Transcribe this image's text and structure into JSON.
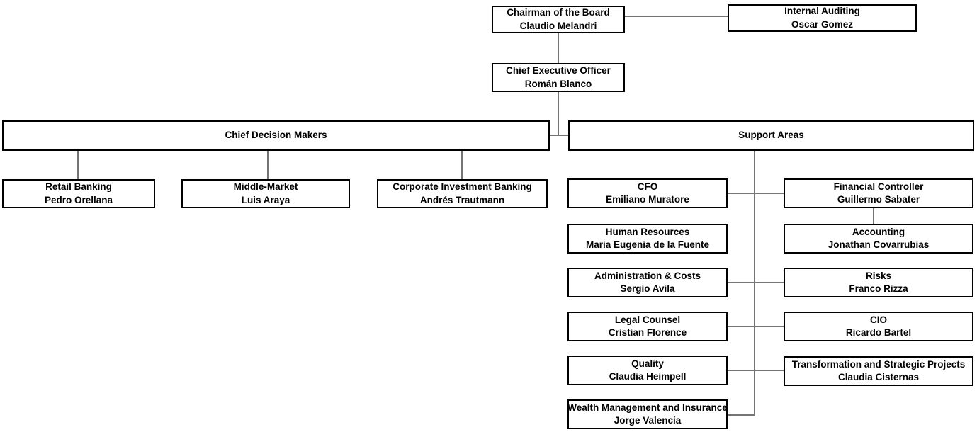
{
  "diagram": {
    "type": "org-chart",
    "colors": {
      "background": "#ffffff",
      "box_border": "#000000",
      "text": "#000000",
      "connector": "#757575"
    },
    "nodes": {
      "chairman": {
        "title": "Chairman of the Board",
        "name": "Claudio Melandri"
      },
      "internal_auditing": {
        "title": "Internal Auditing",
        "name": "Oscar Gomez"
      },
      "ceo": {
        "title": "Chief Executive Officer",
        "name": "Román Blanco"
      },
      "chief_decision_makers": {
        "title": "Chief Decision Makers"
      },
      "support_areas": {
        "title": "Support Areas"
      },
      "retail_banking": {
        "title": "Retail Banking",
        "name": "Pedro Orellana"
      },
      "middle_market": {
        "title": "Middle-Market",
        "name": "Luis Araya"
      },
      "corporate_investment_banking": {
        "title": "Corporate Investment Banking",
        "name": "Andrés Trautmann"
      },
      "cfo": {
        "title": "CFO",
        "name": "Emiliano Muratore"
      },
      "human_resources": {
        "title": "Human Resources",
        "name": "Maria Eugenia de la Fuente"
      },
      "administration_costs": {
        "title": "Administration & Costs",
        "name": "Sergio Avila"
      },
      "legal_counsel": {
        "title": "Legal Counsel",
        "name": "Cristian Florence"
      },
      "quality": {
        "title": "Quality",
        "name": "Claudia Heimpell"
      },
      "wealth_management": {
        "title": "Wealth Management and Insurance",
        "name": "Jorge Valencia"
      },
      "financial_controller": {
        "title": "Financial Controller",
        "name": "Guillermo Sabater"
      },
      "accounting": {
        "title": "Accounting",
        "name": "Jonathan Covarrubias"
      },
      "risks": {
        "title": "Risks",
        "name": "Franco Rizza"
      },
      "cio": {
        "title": "CIO",
        "name": "Ricardo Bartel"
      },
      "transformation": {
        "title": "Transformation and Strategic Projects",
        "name": "Claudia Cisternas"
      }
    },
    "edges": [
      {
        "from": "chairman",
        "to": "internal_auditing"
      },
      {
        "from": "chairman",
        "to": "ceo"
      },
      {
        "from": "ceo",
        "to": "chief_decision_makers"
      },
      {
        "from": "ceo",
        "to": "support_areas"
      },
      {
        "from": "chief_decision_makers",
        "to": "retail_banking"
      },
      {
        "from": "chief_decision_makers",
        "to": "middle_market"
      },
      {
        "from": "chief_decision_makers",
        "to": "corporate_investment_banking"
      },
      {
        "from": "support_areas",
        "to": "cfo"
      },
      {
        "from": "support_areas",
        "to": "financial_controller"
      },
      {
        "from": "support_areas",
        "to": "administration_costs"
      },
      {
        "from": "support_areas",
        "to": "risks"
      },
      {
        "from": "support_areas",
        "to": "legal_counsel"
      },
      {
        "from": "support_areas",
        "to": "cio"
      },
      {
        "from": "support_areas",
        "to": "quality"
      },
      {
        "from": "support_areas",
        "to": "transformation"
      },
      {
        "from": "support_areas",
        "to": "wealth_management"
      },
      {
        "from": "financial_controller",
        "to": "accounting"
      }
    ]
  }
}
